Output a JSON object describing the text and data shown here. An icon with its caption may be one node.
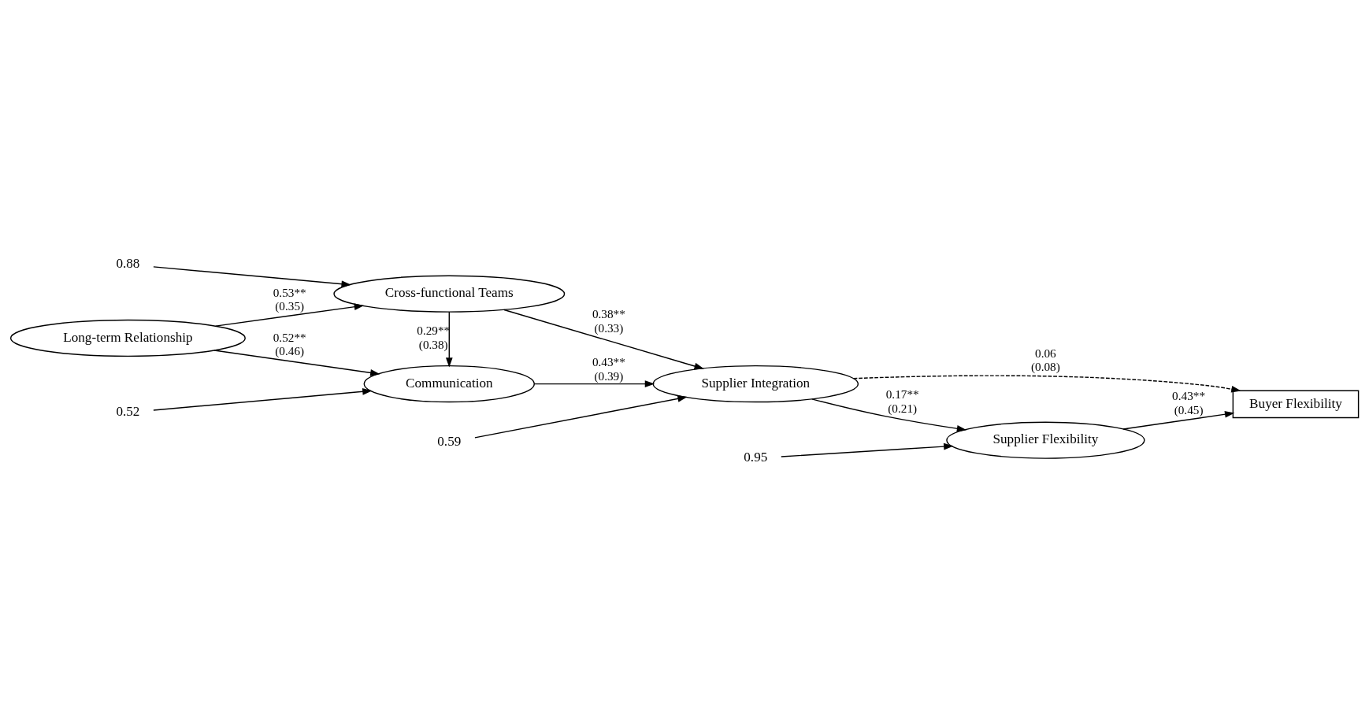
{
  "diagram": {
    "nodes": [
      {
        "text": [
          "0.52"
        ]
      },
      {
        "text": [
          "Communication"
        ]
      },
      {
        "text": [
          "Buyer Flexibility"
        ]
      },
      {
        "text": [
          "Long-term Relationship"
        ]
      },
      {
        "text": [
          "Supplier Integration"
        ]
      },
      {
        "text": [
          "Cross-functional Teams"
        ]
      },
      {
        "text": [
          "Supplier Flexibility"
        ]
      },
      {
        "text": [
          "0.59"
        ]
      },
      {
        "text": [
          "0.88"
        ]
      },
      {
        "text": [
          "0.95"
        ]
      }
    ],
    "edges": [
      {
        "from": 3,
        "to": 1,
        "arrow": "to",
        "label": "0.52** (0.46)"
      },
      {
        "from": 3,
        "to": 5,
        "arrow": "to",
        "label": "0.53** (0.35)"
      },
      {
        "from": 5,
        "to": 1,
        "arrow": "to",
        "label": "0.29** (0.38)"
      },
      {
        "from": 1,
        "to": 4,
        "arrow": "to",
        "label": "0.43** (0.39)"
      },
      {
        "from": 5,
        "to": 4,
        "arrow": "to",
        "label": "0.38** (0.33)"
      },
      {
        "from": 4,
        "to": 2,
        "arrow": "to",
        "label": "0.06 (0.08)",
        "style": "dashed"
      },
      {
        "from": 4,
        "to": 6,
        "arrow": "to",
        "label": "0.17** (0.21)"
      },
      {
        "from": 6,
        "to": 2,
        "arrow": "to",
        "label": "0.43** (0.45)"
      },
      {
        "from": 0,
        "to": 1,
        "arrow": "to"
      },
      {
        "from": 8,
        "to": 5,
        "arrow": "to"
      },
      {
        "from": 7,
        "to": 4,
        "arrow": "to"
      },
      {
        "from": 9,
        "to": 6,
        "arrow": "to"
      }
    ]
  }
}
